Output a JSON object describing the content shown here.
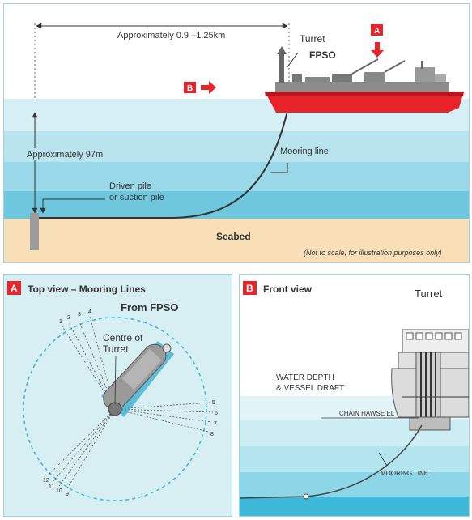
{
  "top": {
    "distance": "Approximately 0.9 –1.25km",
    "depth": "Approximately 97m",
    "turret": "Turret",
    "fpso": "FPSO",
    "mooring_line": "Mooring line",
    "pile_line1": "Driven pile",
    "pile_line2": "or suction pile",
    "seabed": "Seabed",
    "note": "(Not to scale, for illustration purposes only)",
    "badge_a": "A",
    "badge_b": "B"
  },
  "panel_a": {
    "badge": "A",
    "title": "Top view – Mooring Lines",
    "subtitle": "From FPSO",
    "centre_line1": "Centre of",
    "centre_line2": "Turret",
    "line_numbers": [
      "1",
      "2",
      "3",
      "4",
      "5",
      "6",
      "7",
      "8",
      "9",
      "10",
      "11",
      "12"
    ]
  },
  "panel_b": {
    "badge": "B",
    "title": "Front view",
    "turret": "Turret",
    "water_line1": "WATER DEPTH",
    "water_line2": "& VESSEL DRAFT",
    "chain_hawse": "CHAIN HAWSE EL",
    "mooring": "MOORING LINE"
  },
  "colors": {
    "badge": "#e8232a",
    "hull": "#e8232a",
    "water_light": "#c9eaf1",
    "water_mid": "#a7dceb",
    "water_deep": "#6fc7de",
    "seabed": "#f9dfb8",
    "pile": "#9b9b9b"
  }
}
